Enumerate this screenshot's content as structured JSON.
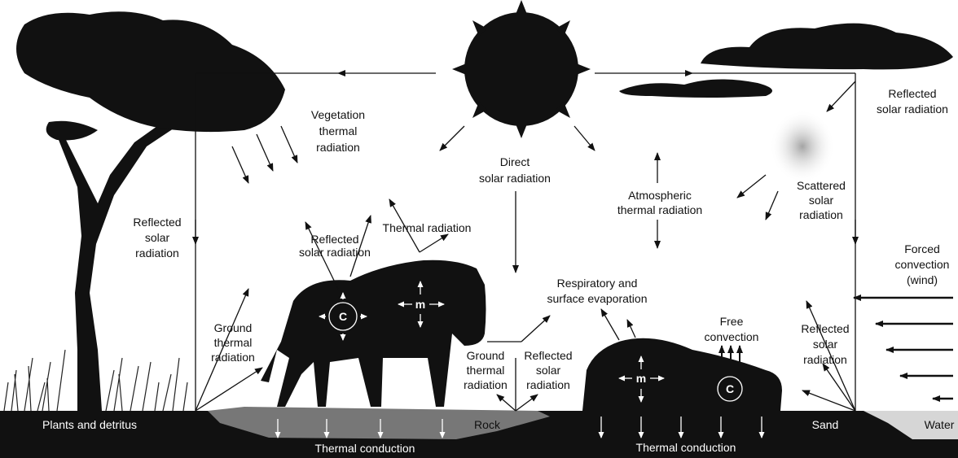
{
  "labels": {
    "vegetation_radiation": [
      "Vegetation",
      "thermal",
      "radiation"
    ],
    "direct_solar": [
      "Direct",
      "solar radiation"
    ],
    "reflected_top_right": [
      "Reflected",
      "solar radiation"
    ],
    "scattered": [
      "Scattered",
      "solar",
      "radiation"
    ],
    "atmospheric": [
      "Atmospheric",
      "thermal radiation"
    ],
    "reflected_left": [
      "Reflected",
      "solar",
      "radiation"
    ],
    "thermal_radiation_animal": "Thermal radiation",
    "reflected_animal": [
      "Reflected",
      "solar radiation"
    ],
    "ground_left": [
      "Ground",
      "thermal",
      "radiation"
    ],
    "respiratory": [
      "Respiratory and",
      "surface evaporation"
    ],
    "ground_mid": [
      "Ground",
      "thermal",
      "radiation"
    ],
    "reflected_mid": [
      "Reflected",
      "solar",
      "radiation"
    ],
    "free_convection": [
      "Free",
      "convection"
    ],
    "reflected_right_low": [
      "Reflected",
      "solar",
      "radiation"
    ],
    "forced_convection": [
      "Forced",
      "convection",
      "(wind)"
    ],
    "plants": "Plants and detritus",
    "rock": "Rock",
    "sand": "Sand",
    "water": "Water",
    "conduction_left": "Thermal conduction",
    "conduction_right": "Thermal conduction",
    "metabolism": "m",
    "convection_symbol": "C"
  }
}
